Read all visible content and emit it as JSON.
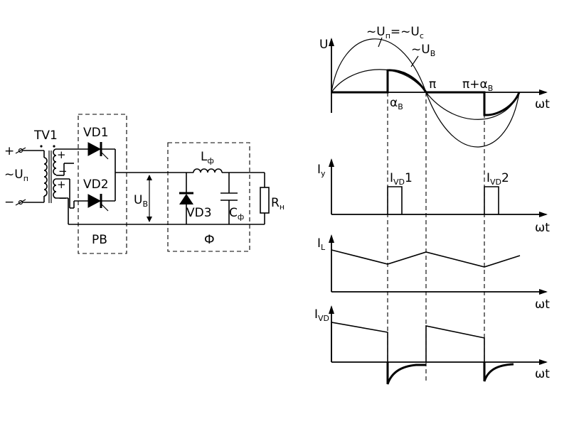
{
  "circuit": {
    "plus_terminal": "+",
    "minus_terminal": "−",
    "source_label": "~U",
    "source_sub": "п",
    "transformer_label": "TV1",
    "winding_plus_top": "+",
    "winding_minus_top": "−",
    "winding_plus_bottom": "+",
    "winding_minus_bottom": "−",
    "vd1_label": "VD1",
    "vd2_label": "VD2",
    "vd3_label": "VD3",
    "ub_label": "U",
    "ub_sub": "B",
    "inductor_label": "L",
    "inductor_sub": "ф",
    "capacitor_label": "C",
    "capacitor_sub": "ф",
    "load_label": "R",
    "load_sub": "н",
    "rectifier_block_label": "PB",
    "filter_block_label": "Ф"
  },
  "waveforms": {
    "u_axis_label": "U",
    "u_tilde_label": "~U",
    "u_tilde_sub": "п",
    "u_equals": "=~U",
    "u_equals_sub": "c",
    "ub_curve_label": "~U",
    "ub_curve_sub": "B",
    "alpha_label": "α",
    "alpha_sub": "B",
    "pi_label": "π",
    "pi_alpha_label": "π+α",
    "pi_alpha_sub": "B",
    "omega_t_1": "ωt",
    "omega_t_2": "ωt",
    "omega_t_3": "ωt",
    "omega_t_4": "ωt",
    "iy_label": "I",
    "iy_sub": "y",
    "ivd1_label": "I",
    "ivd1_sub": "VD",
    "ivd1_suffix": "1",
    "ivd2_label": "I",
    "ivd2_sub": "VD",
    "ivd2_suffix": "2",
    "il_label": "I",
    "il_sub": "L",
    "ivd_label": "I",
    "ivd_sub": "VD"
  }
}
